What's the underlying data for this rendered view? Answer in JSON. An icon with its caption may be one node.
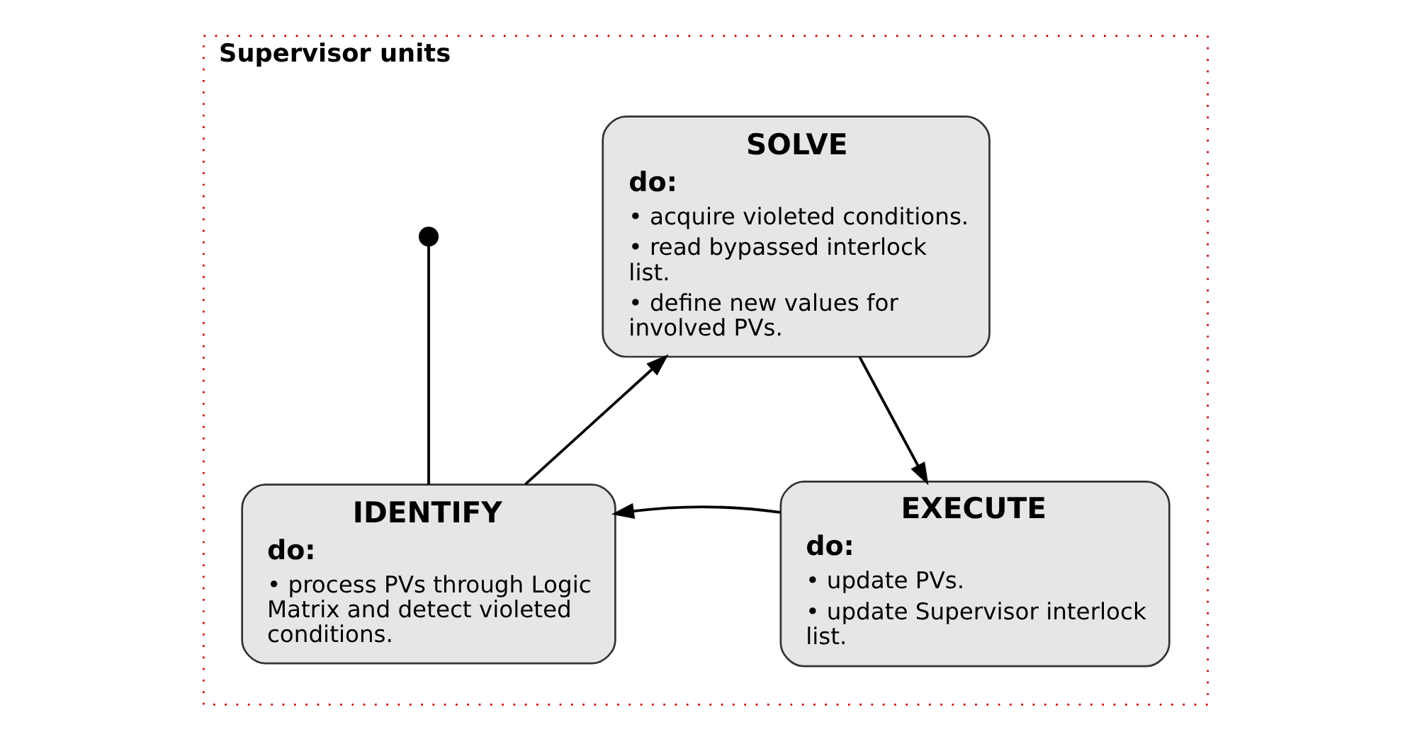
{
  "diagram": {
    "nodes": [
      {
        "text": [
          "Supervisor units"
        ]
      },
      {
        "text": [
          "SOLVE",
          "do:",
          "• acquire violeted conditions.",
          "• read bypassed interlock list.",
          "• define new values for involved PVs."
        ],
        "in": 0
      },
      {
        "text": [],
        "shape": "circle",
        "in": 0
      },
      {
        "text": [
          "IDENTIFY",
          "do:",
          "• process PVs through Logic Matrix and detect violeted conditions."
        ],
        "in": 0
      },
      {
        "text": [
          "EXECUTE",
          "do:",
          "• update PVs.",
          "• update Supervisor interlock list."
        ],
        "in": 0
      }
    ],
    "edges": [
      {
        "from": 2,
        "to": 3,
        "arrow": "none"
      },
      {
        "from": 3,
        "to": 1,
        "arrow": "to"
      },
      {
        "from": 1,
        "to": 4,
        "arrow": "to"
      },
      {
        "from": 4,
        "to": 3,
        "arrow": "to"
      }
    ]
  }
}
